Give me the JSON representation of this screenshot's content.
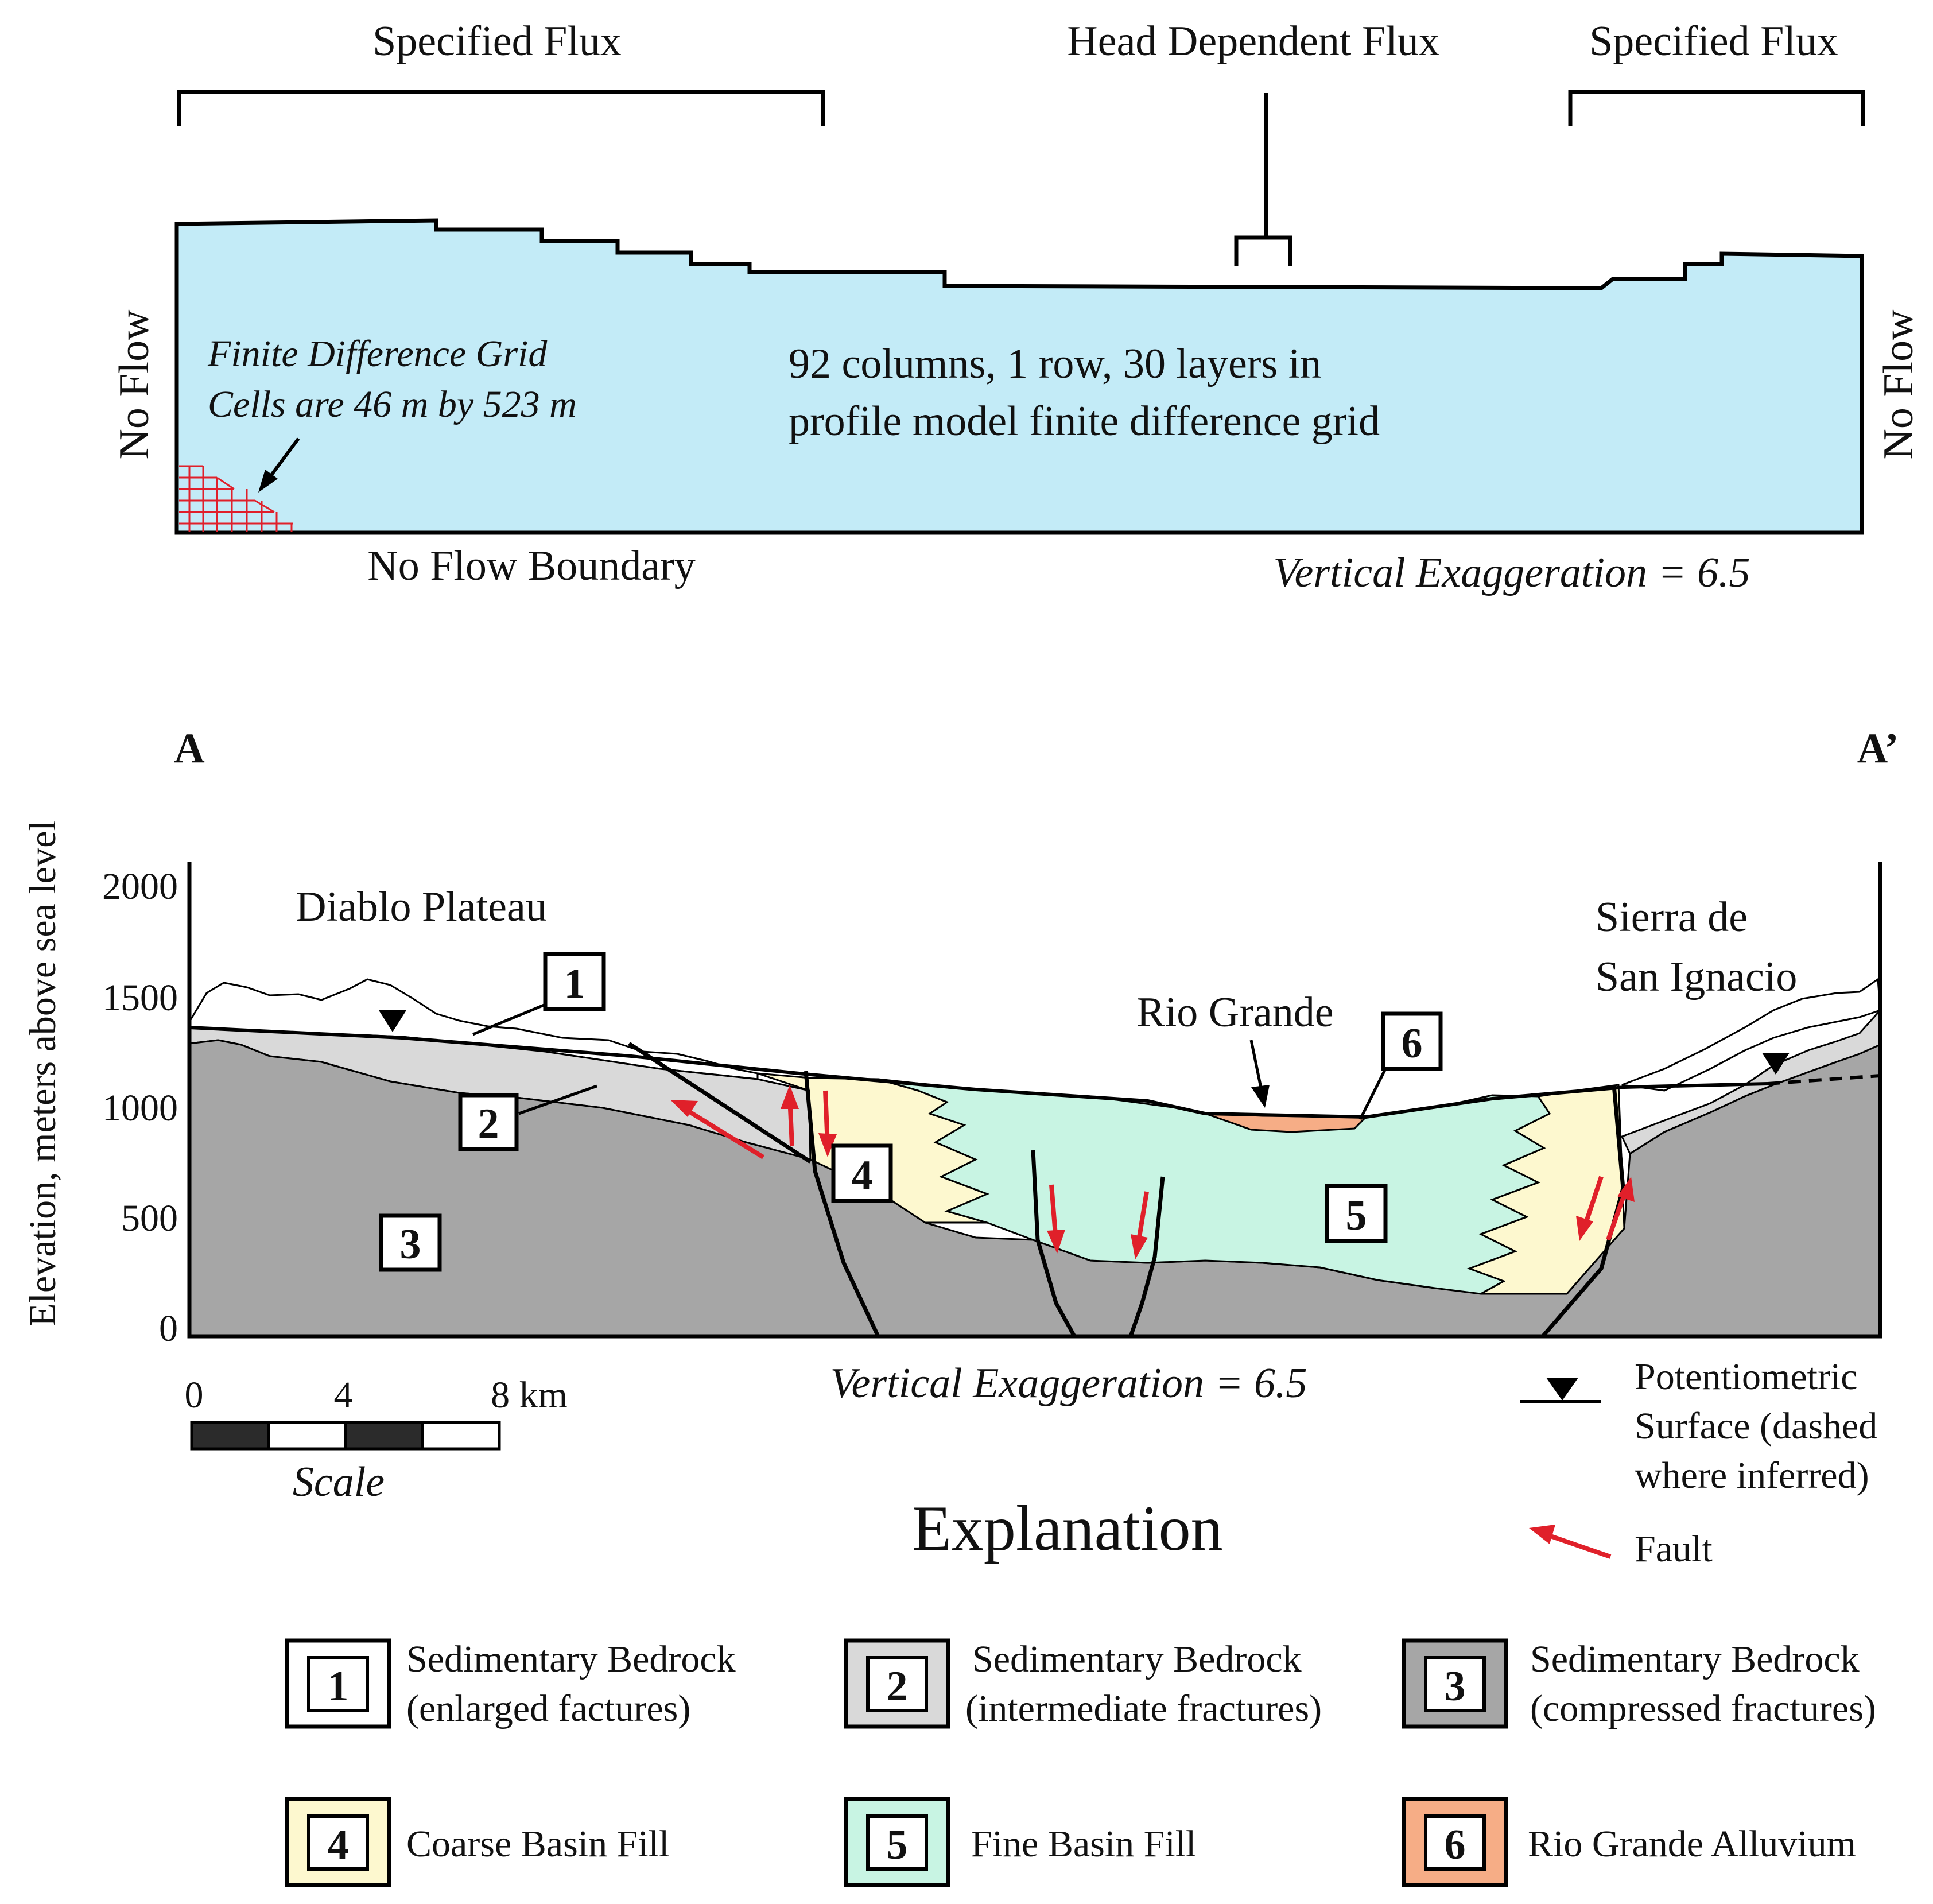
{
  "model": {
    "specified_flux_left": "Specified Flux",
    "head_dependent_flux": "Head Dependent Flux",
    "specified_flux_right": "Specified Flux",
    "no_flow_left": "No Flow",
    "no_flow_right": "No Flow",
    "grid_note_line1": "Finite Difference Grid",
    "grid_note_line2": "Cells are 46 m by 523 m",
    "grid_desc_line1": "92 columns, 1 row, 30 layers in",
    "grid_desc_line2": "profile model finite difference grid",
    "no_flow_boundary": "No Flow Boundary",
    "vertical_exaggeration": "Vertical Exaggeration = 6.5"
  },
  "section": {
    "end_left": "A",
    "end_right": "A’",
    "y_axis_label": "Elevation, meters above sea level",
    "y_ticks": [
      "2000",
      "1500",
      "1000",
      "500",
      "0"
    ],
    "place_left": "Diablo Plateau",
    "place_right_line1": "Sierra de",
    "place_right_line2": "San Ignacio",
    "river_label": "Rio Grande",
    "unit_labels": [
      "1",
      "2",
      "3",
      "4",
      "5",
      "6"
    ],
    "vertical_exaggeration": "Vertical Exaggeration = 6.5",
    "scale_ticks": [
      "0",
      "4",
      "8 km"
    ],
    "scale_title": "Scale",
    "potentiometric_line1": "Potentiometric",
    "potentiometric_line2": "Surface (dashed",
    "potentiometric_line3": "where inferred)",
    "fault_label": "Fault"
  },
  "explanation": {
    "title": "Explanation",
    "items": [
      {
        "num": "1",
        "line1": "Sedimentary  Bedrock",
        "line2": "(enlarged factures)",
        "color": "#ffffff"
      },
      {
        "num": "2",
        "line1": "Sedimentary  Bedrock",
        "line2": "(intermediate  fractures)",
        "color": "#d9d9d9"
      },
      {
        "num": "3",
        "line1": "Sedimentary  Bedrock",
        "line2": "(compressed fractures)",
        "color": "#a6a6a6"
      },
      {
        "num": "4",
        "line1": "Coarse Basin Fill",
        "line2": "",
        "color": "#fdf8cf"
      },
      {
        "num": "5",
        "line1": "Fine Basin Fill",
        "line2": "",
        "color": "#c8f4e3"
      },
      {
        "num": "6",
        "line1": "Rio Grande Alluvium",
        "line2": "",
        "color": "#f6ad86"
      }
    ]
  },
  "colors": {
    "model_fill": "#c3ebf7",
    "grid_red": "#e0202a",
    "bedrock_light": "#ffffff",
    "bedrock_mid": "#d9d9d9",
    "bedrock_dark": "#a6a6a6",
    "coarse_fill": "#fdf8cf",
    "fine_fill": "#c8f4e3",
    "alluvium": "#f6ad86",
    "fault_red": "#e0202a"
  }
}
